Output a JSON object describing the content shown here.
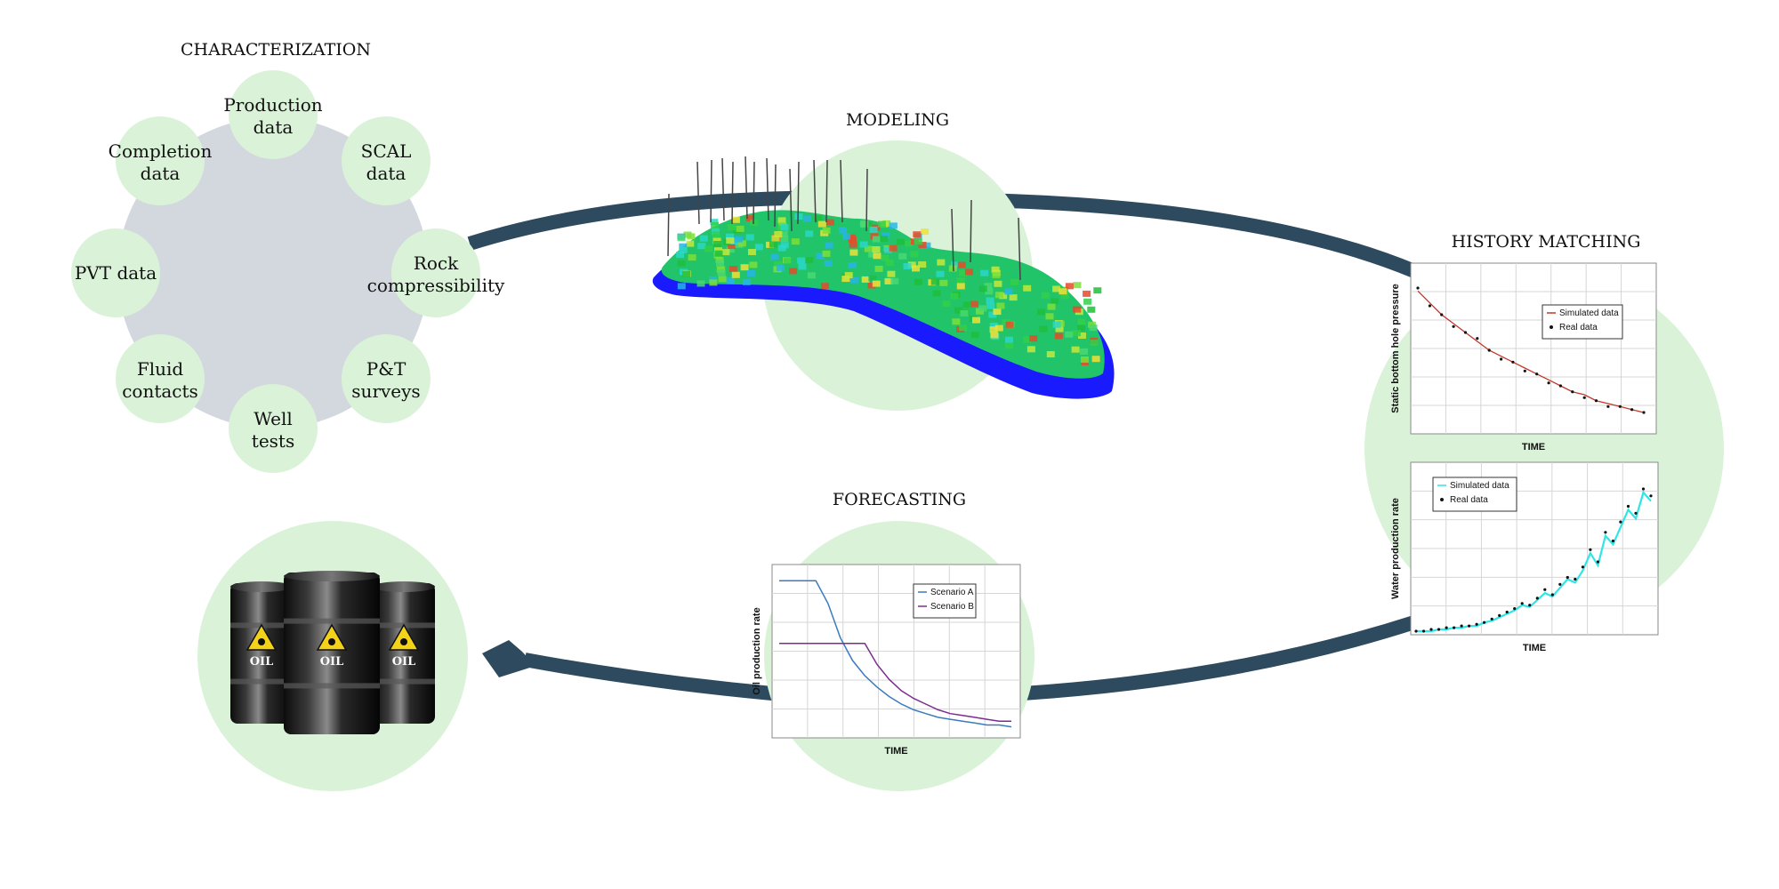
{
  "titles": {
    "characterization": "CHARACTERIZATION",
    "modeling": "MODELING",
    "history_matching": "HISTORY MATCHING",
    "forecasting": "FORECASTING"
  },
  "characterization_nodes": [
    {
      "line1": "Production",
      "line2": "data"
    },
    {
      "line1": "SCAL",
      "line2": "data"
    },
    {
      "line1": "Rock",
      "line2": "compressibility"
    },
    {
      "line1": "P&T",
      "line2": "surveys"
    },
    {
      "line1": "Well",
      "line2": "tests"
    },
    {
      "line1": "Fluid",
      "line2": "contacts"
    },
    {
      "line1": "PVT data",
      "line2": ""
    },
    {
      "line1": "Completion",
      "line2": "data"
    }
  ],
  "oil_barrels": {
    "label": "OIL"
  },
  "colors": {
    "node_fill": "#daf3d8",
    "hub_fill": "#d3d7de",
    "arrow": "#2e4a5e",
    "simulated_pressure": "#c0392b",
    "simulated_water": "#2ee6e6",
    "scenario_a": "#3a7bbf",
    "scenario_b": "#7b2d8e"
  },
  "chart_data": [
    {
      "type": "line",
      "xlabel": "TIME",
      "ylabel": "Static bottom hole pressure",
      "legend_position": "top-right",
      "grid": true,
      "series": [
        {
          "name": "Simulated data",
          "values": [
            100,
            96,
            92,
            89,
            86,
            83,
            80,
            78,
            76,
            74,
            72,
            70,
            68,
            66,
            65,
            63,
            62,
            61,
            60,
            59
          ]
        },
        {
          "name": "Real data",
          "values": [
            101,
            95,
            92,
            88,
            86,
            84,
            80,
            77,
            76,
            73,
            72,
            69,
            68,
            66,
            64,
            63,
            61,
            61,
            60,
            59
          ]
        }
      ]
    },
    {
      "type": "line",
      "xlabel": "TIME",
      "ylabel": "Water production rate",
      "legend_position": "top-left",
      "grid": true,
      "series": [
        {
          "name": "Simulated data",
          "values": [
            0,
            0,
            0,
            1,
            1,
            2,
            2,
            3,
            3,
            5,
            6,
            8,
            10,
            12,
            15,
            14,
            18,
            22,
            20,
            25,
            30,
            28,
            35,
            45,
            38,
            55,
            50,
            60,
            70,
            65,
            80,
            75
          ]
        },
        {
          "name": "Real data",
          "values": [
            0,
            0,
            1,
            1,
            2,
            2,
            3,
            3,
            4,
            5,
            7,
            9,
            11,
            13,
            16,
            15,
            19,
            24,
            21,
            27,
            31,
            30,
            37,
            47,
            40,
            57,
            52,
            63,
            72,
            68,
            82,
            78
          ]
        }
      ]
    },
    {
      "type": "line",
      "xlabel": "TIME",
      "ylabel": "Oil production rate",
      "legend_position": "top-right",
      "grid": true,
      "series": [
        {
          "name": "Scenario A",
          "values": [
            80,
            80,
            80,
            80,
            68,
            50,
            38,
            30,
            24,
            19,
            15,
            12,
            10,
            8,
            7,
            6,
            5,
            4,
            4,
            3
          ]
        },
        {
          "name": "Scenario B",
          "values": [
            47,
            47,
            47,
            47,
            47,
            47,
            47,
            47,
            36,
            28,
            22,
            18,
            15,
            12,
            10,
            9,
            8,
            7,
            6,
            6
          ]
        }
      ]
    }
  ]
}
